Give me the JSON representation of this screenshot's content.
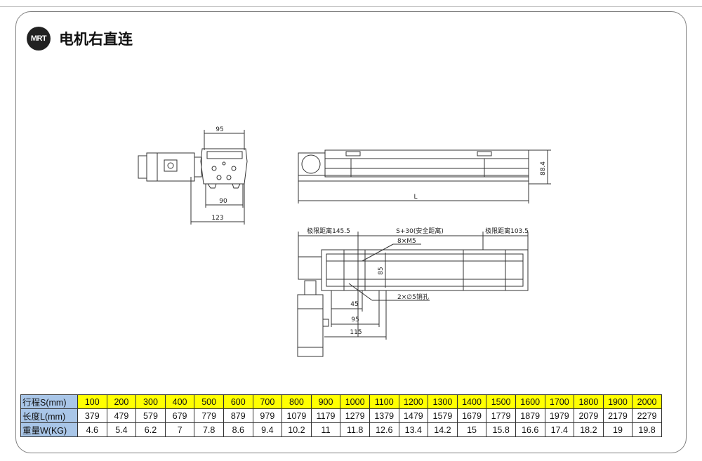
{
  "header": {
    "logo_text": "MRT",
    "title": "电机右直连"
  },
  "drawing": {
    "side_view": {
      "dim_top": "95",
      "dim_base": "90",
      "dim_overall": "123"
    },
    "front_view": {
      "dim_height": "88.4",
      "dim_length": "L"
    },
    "top_view": {
      "limit_left": "极限距离145.5",
      "safe_distance": "S+30(安全距离)",
      "limit_right": "极限距离103.5",
      "screw_note": "8×M5",
      "dim_width": "85",
      "pin_note": "2×∅5销孔",
      "dim_45": "45",
      "dim_95": "95",
      "dim_115": "115"
    }
  },
  "table": {
    "rows": [
      {
        "label": "行程S(mm)",
        "values": [
          "100",
          "200",
          "300",
          "400",
          "500",
          "600",
          "700",
          "800",
          "900",
          "1000",
          "1100",
          "1200",
          "1300",
          "1400",
          "1500",
          "1600",
          "1700",
          "1800",
          "1900",
          "2000"
        ]
      },
      {
        "label": "长度L(mm)",
        "values": [
          "379",
          "479",
          "579",
          "679",
          "779",
          "879",
          "979",
          "1079",
          "1179",
          "1279",
          "1379",
          "1479",
          "1579",
          "1679",
          "1779",
          "1879",
          "1979",
          "2079",
          "2179",
          "2279"
        ]
      },
      {
        "label": "重量W(KG)",
        "values": [
          "4.6",
          "5.4",
          "6.2",
          "7",
          "7.8",
          "8.6",
          "9.4",
          "10.2",
          "11",
          "11.8",
          "12.6",
          "13.4",
          "14.2",
          "15",
          "15.8",
          "16.6",
          "17.4",
          "18.2",
          "19",
          "19.8"
        ]
      }
    ]
  },
  "colors": {
    "stroke_row_highlight": "#ffff00",
    "header_cell": "#a9c6e8",
    "line": "#333333"
  }
}
